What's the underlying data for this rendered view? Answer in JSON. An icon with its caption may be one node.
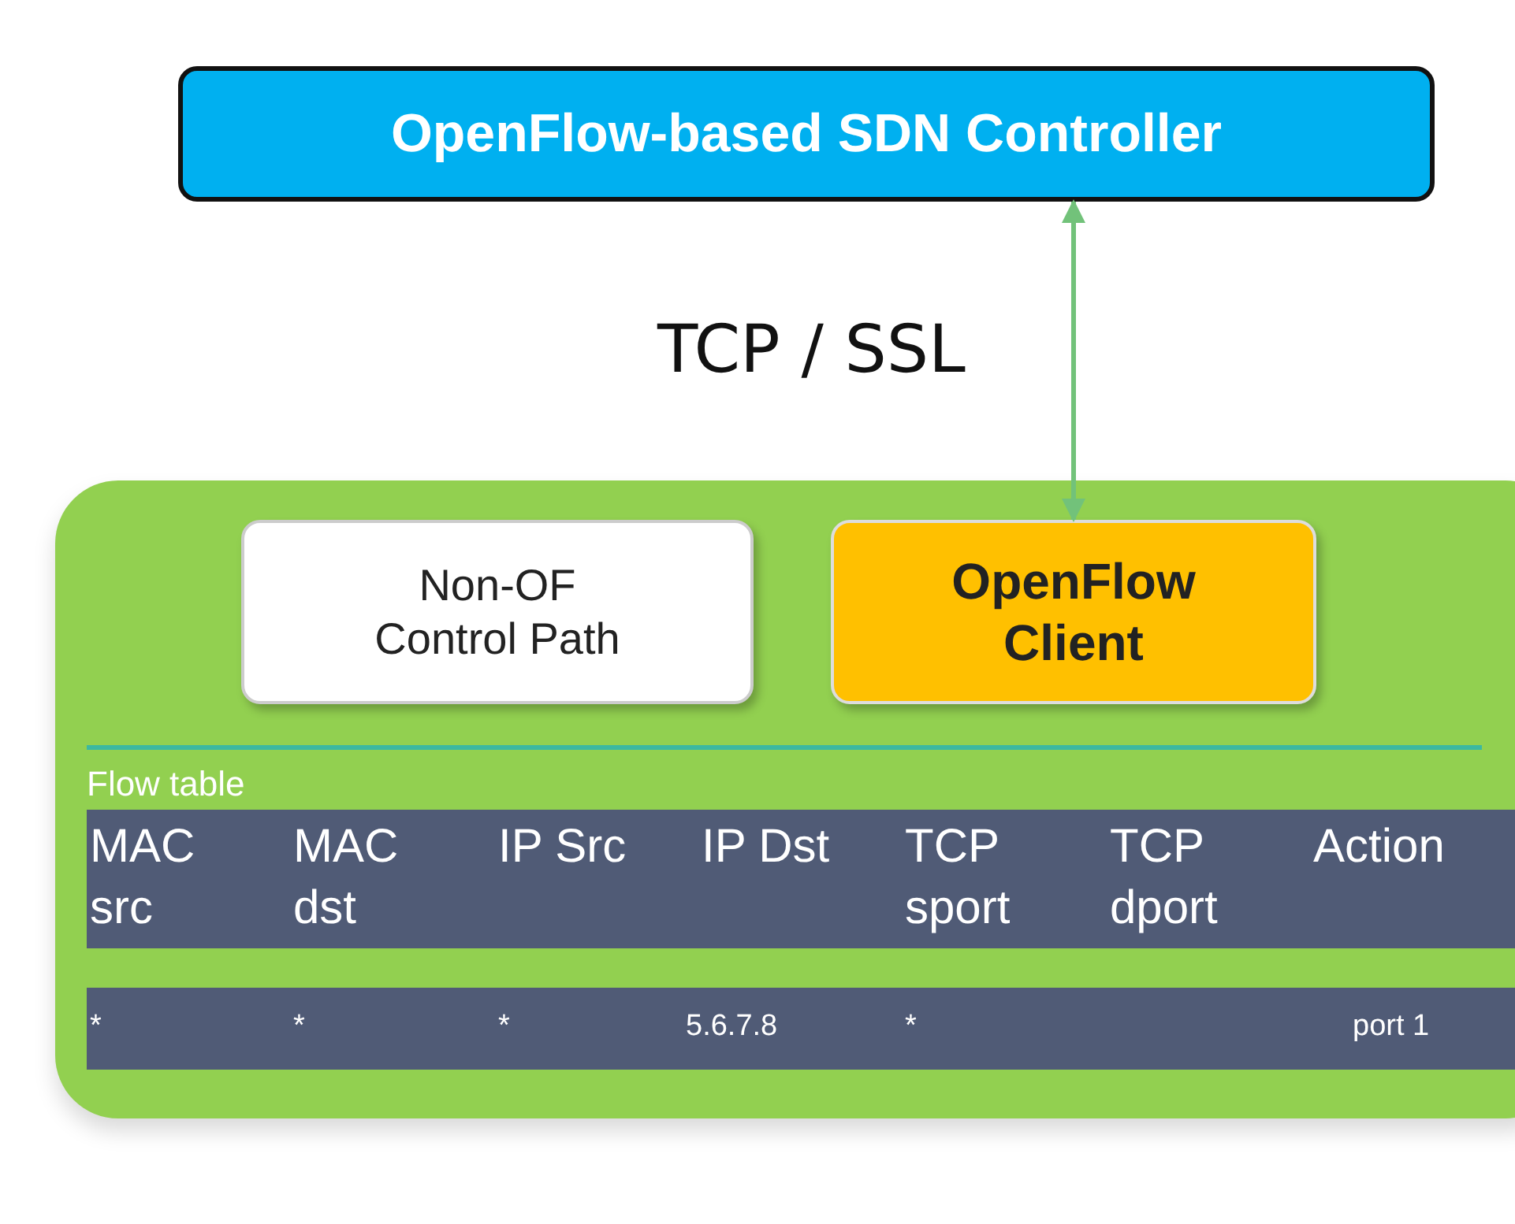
{
  "diagram": {
    "nodes": [
      {
        "text": [
          "OpenFlow-based SDN Controller"
        ]
      },
      {
        "text": [],
        "shape": "box"
      },
      {
        "text": [
          "Non-OF Control Path"
        ],
        "in": 1
      },
      {
        "text": [
          "OpenFlow Client"
        ],
        "in": 1
      },
      {
        "text": [
          "Flow table"
        ],
        "in": 1
      }
    ],
    "edges": [
      {
        "from": 0,
        "to": 3,
        "arrow": "both",
        "label": "TCP / SSL",
        "color": "#72c27a"
      }
    ],
    "labels": [
      "MAC src",
      "MAC dst",
      "IP Src",
      "IP Dst",
      "TCP sport",
      "TCP dport",
      "Action",
      "*",
      "*",
      "*",
      "5.6.7.8",
      "*",
      "port 1"
    ]
  }
}
